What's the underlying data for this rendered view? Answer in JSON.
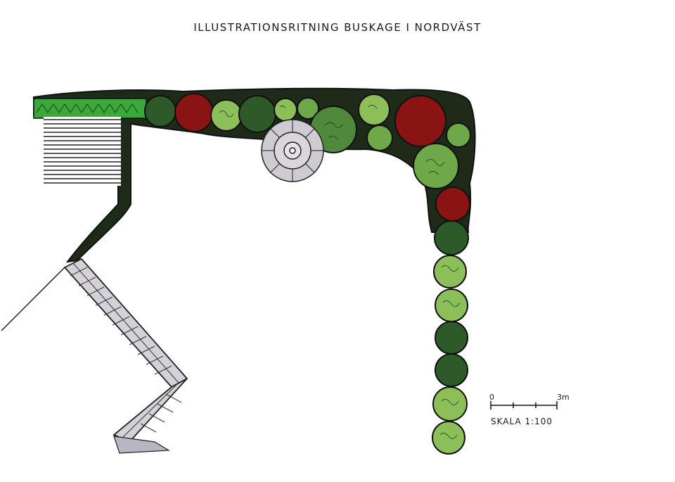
{
  "title": "ILLUSTRATIONSRITNING BUSKAGE I NORDVÄST",
  "scale": {
    "zero_label": "0",
    "end_label": "3m",
    "scale_text": "SKALA 1:100"
  },
  "colors": {
    "dark_green": "#2e5a2a",
    "mid_green": "#4f8a3c",
    "light_green": "#8cbf5a",
    "red": "#8a1414",
    "outline": "#111111",
    "paving": "#c8c4cc"
  }
}
